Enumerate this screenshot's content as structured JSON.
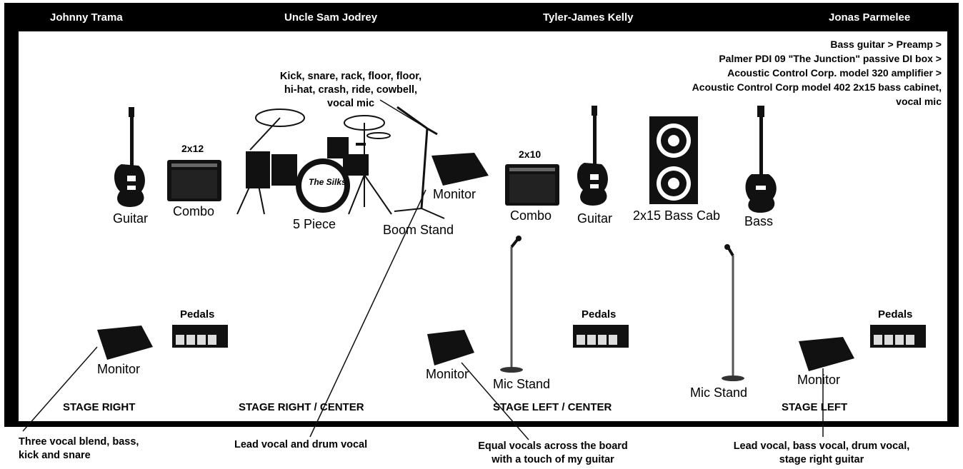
{
  "members": [
    "Johnny Trama",
    "Uncle Sam Jodrey",
    "Tyler-James Kelly",
    "Jonas Parmelee"
  ],
  "drums_note": [
    "Kick, snare, rack, floor, floor,",
    "hi-hat, crash, ride, cowbell,",
    "vocal mic"
  ],
  "bass_chain": [
    "Bass guitar > Preamp >",
    "Palmer PDI 09 \"The Junction\" passive DI box >",
    "Acoustic Control Corp. model 320 amplifier >",
    "Acoustic Control Corp model 402 2x15 bass cabinet,",
    "vocal mic"
  ],
  "labels": {
    "guitar_left": "Guitar",
    "combo_left": "Combo",
    "combo_left_size": "2x12",
    "drums": "5 Piece",
    "drum_logo": "The Silks",
    "monitor_drum": "Monitor",
    "boom_stand": "Boom Stand",
    "combo_right": "Combo",
    "combo_right_size": "2x10",
    "guitar_right": "Guitar",
    "bass_cab": "2x15 Bass Cab",
    "bass": "Bass",
    "pedals_1": "Pedals",
    "pedals_2": "Pedals",
    "pedals_3": "Pedals",
    "monitor_1": "Monitor",
    "monitor_2": "Monitor",
    "monitor_3": "Monitor",
    "mic_stand_1": "Mic Stand",
    "mic_stand_2": "Mic Stand"
  },
  "zones": [
    "STAGE RIGHT",
    "STAGE RIGHT / CENTER",
    "STAGE LEFT / CENTER",
    "STAGE LEFT"
  ],
  "monitor_mixes": [
    [
      "Three vocal blend, bass,",
      "kick and snare"
    ],
    [
      "Lead vocal and drum vocal"
    ],
    [
      "Equal vocals across the board",
      "with a touch of my guitar"
    ],
    [
      "Lead vocal, bass vocal, drum vocal,",
      "stage right guitar"
    ]
  ]
}
